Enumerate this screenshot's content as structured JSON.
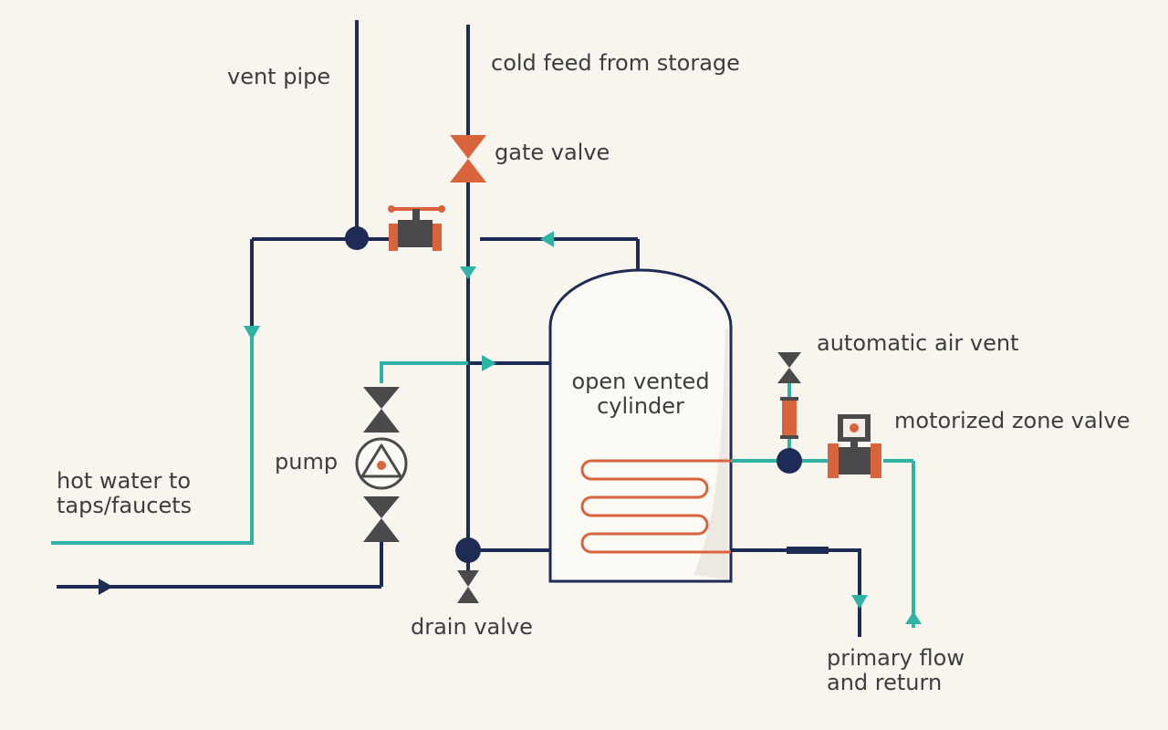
{
  "labels": {
    "vent_pipe": "vent pipe",
    "cold_feed": "cold feed from storage",
    "gate_valve": "gate valve",
    "cylinder_line1": "open vented",
    "cylinder_line2": "cylinder",
    "automatic_air_vent": "automatic air vent",
    "motorized_zone_valve": "motorized zone valve",
    "pump": "pump",
    "hot_water_line1": "hot water to",
    "hot_water_line2": "taps/faucets",
    "drain_valve": "drain valve",
    "primary_line1": "primary flow",
    "primary_line2": "and return"
  },
  "colors": {
    "background": "#f8f5ee",
    "pipe_navy": "#1e2b55",
    "pipe_teal": "#2fb3a6",
    "accent_orange": "#d9643c",
    "valve_grey": "#4a4a4a",
    "text": "#3d3d3d"
  }
}
